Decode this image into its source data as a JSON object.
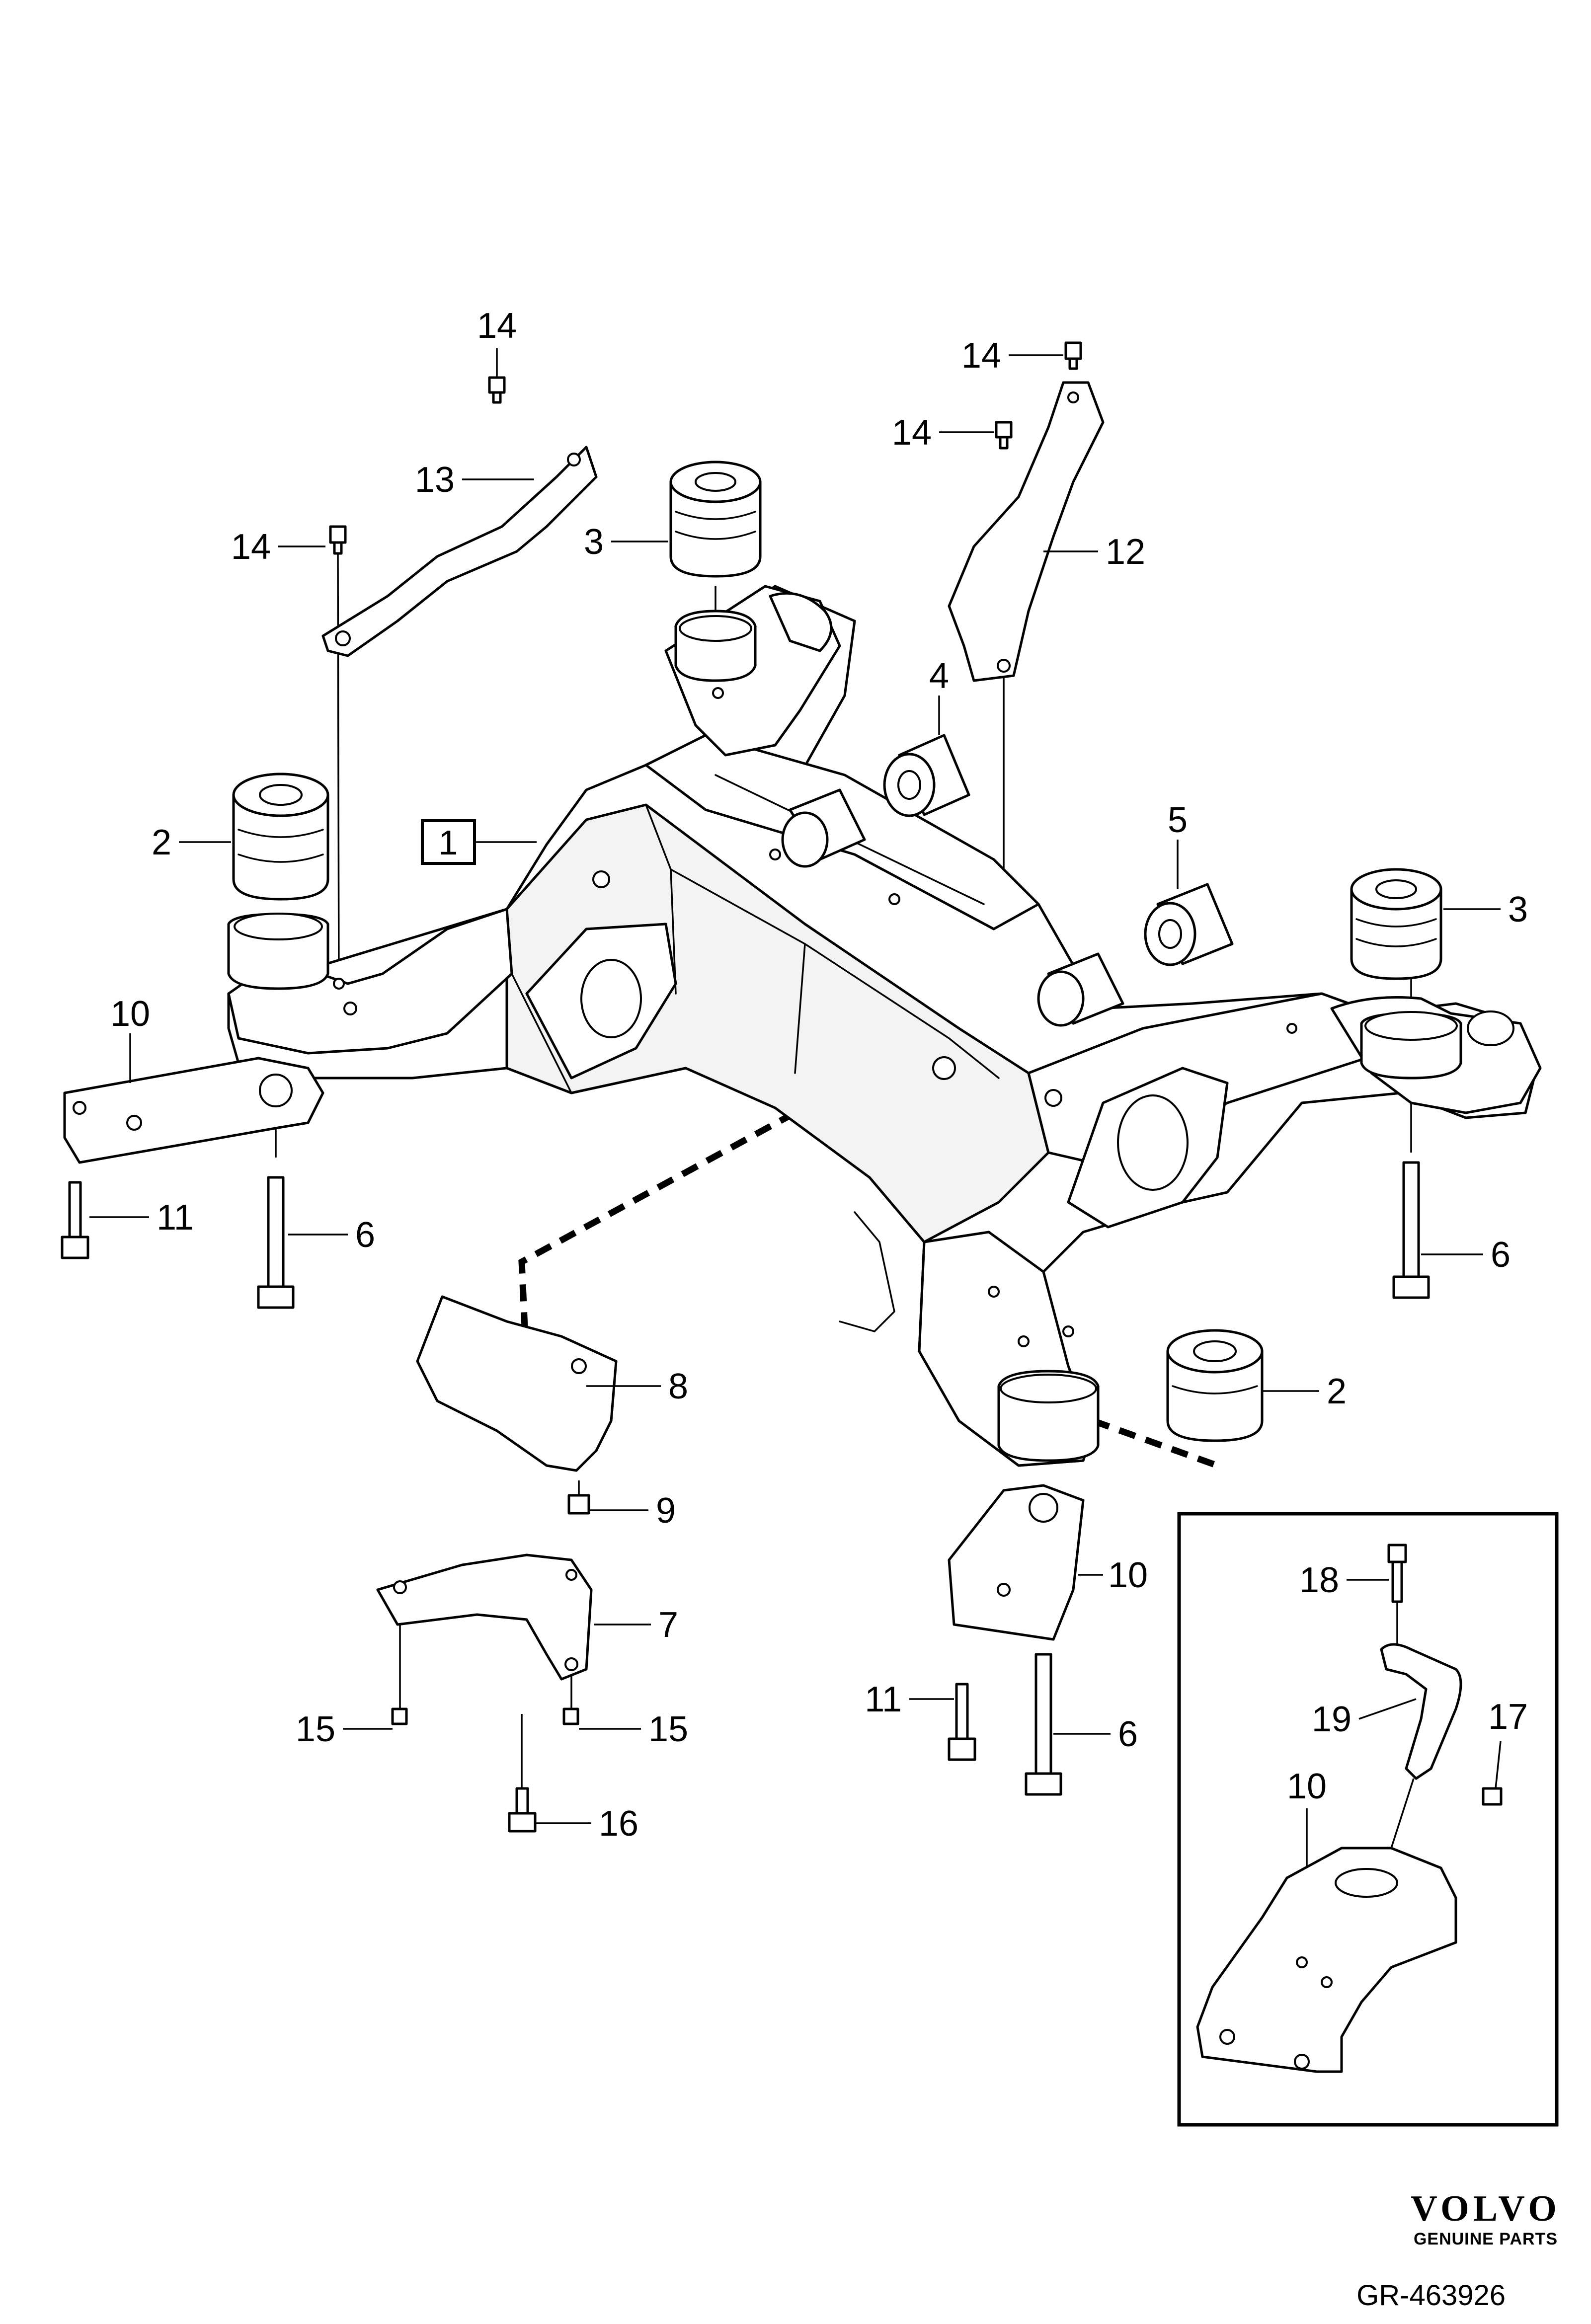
{
  "diagram": {
    "part_callouts": {
      "c14a": "14",
      "c13": "13",
      "c14b": "14",
      "c3a": "3",
      "c14c": "14",
      "c14d": "14",
      "c12": "12",
      "c4": "4",
      "c2a": "2",
      "c1": "1",
      "c5": "5",
      "c3b": "3",
      "c10a": "10",
      "c11a": "11",
      "c6a": "6",
      "c6b": "6",
      "c8": "8",
      "c2b": "2",
      "c9": "9",
      "c10b": "10",
      "c7": "7",
      "c11b": "11",
      "c6c": "6",
      "c15a": "15",
      "c15b": "15",
      "c16": "16",
      "c18": "18",
      "c19": "19",
      "c17": "17",
      "c10c": "10"
    },
    "brand": {
      "name": "VOLVO",
      "subtitle": "GENUINE PARTS"
    },
    "figure_id": "GR-463926"
  }
}
